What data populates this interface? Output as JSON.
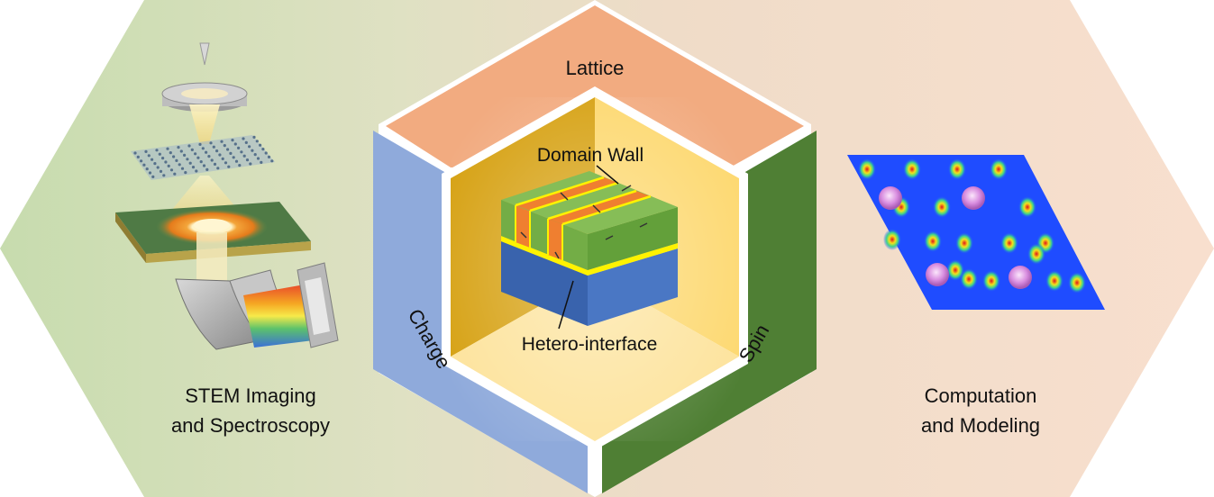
{
  "left_panel": {
    "line1": "STEM Imaging",
    "line2": "and Spectroscopy"
  },
  "right_panel": {
    "line1": "Computation",
    "line2": "and Modeling"
  },
  "cube": {
    "top_face": "Lattice",
    "left_face": "Charge",
    "right_face": "Spin",
    "callout_top": "Domain Wall",
    "callout_bottom": "Hetero-interface"
  },
  "colors": {
    "green_bg": "#c9ddb2",
    "peach_bg": "#f6dcc8",
    "lattice": "#f2ab80",
    "charge": "#8faadb",
    "spin": "#4f7f34",
    "inner_gold": "#d9a514",
    "inner_yellow": "#fcd97c",
    "film_green": "#73ad46",
    "film_orange": "#ef7f30",
    "substrate_blue": "#3f69b4",
    "interface_yellow": "#fff200"
  }
}
